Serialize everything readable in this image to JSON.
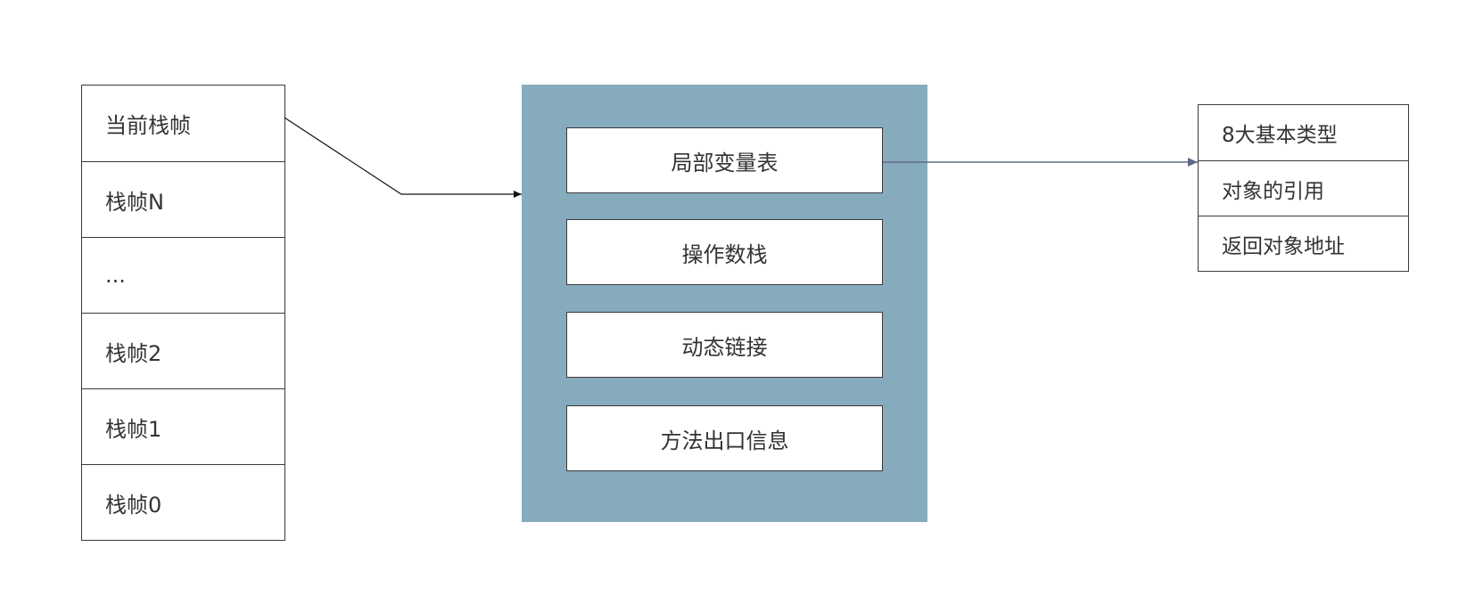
{
  "stack": {
    "items": [
      "当前栈帧",
      "栈帧N",
      "...",
      "栈帧2",
      "栈帧1",
      "栈帧0"
    ]
  },
  "frame": {
    "items": [
      "局部变量表",
      "操作数栈",
      "动态链接",
      "方法出口信息"
    ]
  },
  "locals": {
    "items": [
      "8大基本类型",
      "对象的引用",
      "返回对象地址"
    ]
  },
  "colors": {
    "panel": "#86abbd",
    "border": "#3a3a3a",
    "arrow_dark": "#111111",
    "arrow_slate": "#5e6a86"
  }
}
